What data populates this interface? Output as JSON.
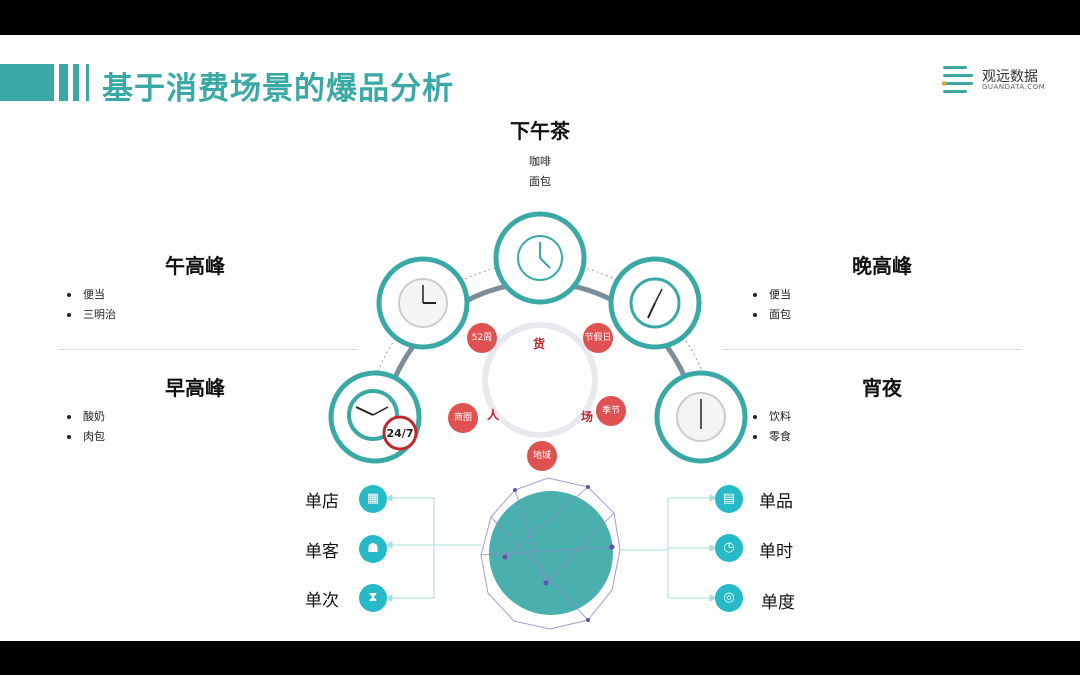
{
  "title": "基于消费场景的爆品分析",
  "logo": {
    "name": "观远数据",
    "sub": "GUANDATA.COM"
  },
  "afternoon_tea": {
    "title": "下午茶",
    "items": [
      "咖啡",
      "面包"
    ]
  },
  "noon_peak": {
    "title": "午高峰",
    "items": [
      "便当",
      "三明治"
    ]
  },
  "morning_peak": {
    "title": "早高峰",
    "items": [
      "酸奶",
      "肉包"
    ]
  },
  "evening_peak": {
    "title": "晚高峰",
    "items": [
      "便当",
      "面包"
    ]
  },
  "night_snack": {
    "title": "宵夜",
    "items": [
      "饮料",
      "零食"
    ]
  },
  "cycle": {
    "goods": "货",
    "people": "人",
    "place": "场",
    "tags": [
      "52周",
      "节假日",
      "商圈",
      "季节",
      "地域"
    ]
  },
  "left_dims": [
    "单店",
    "单客",
    "单次"
  ],
  "right_dims": [
    "单品",
    "单时",
    "单度"
  ],
  "colors": {
    "teal": "#3aa9a6",
    "red": "#e05252",
    "cyan": "#26b9c7"
  }
}
